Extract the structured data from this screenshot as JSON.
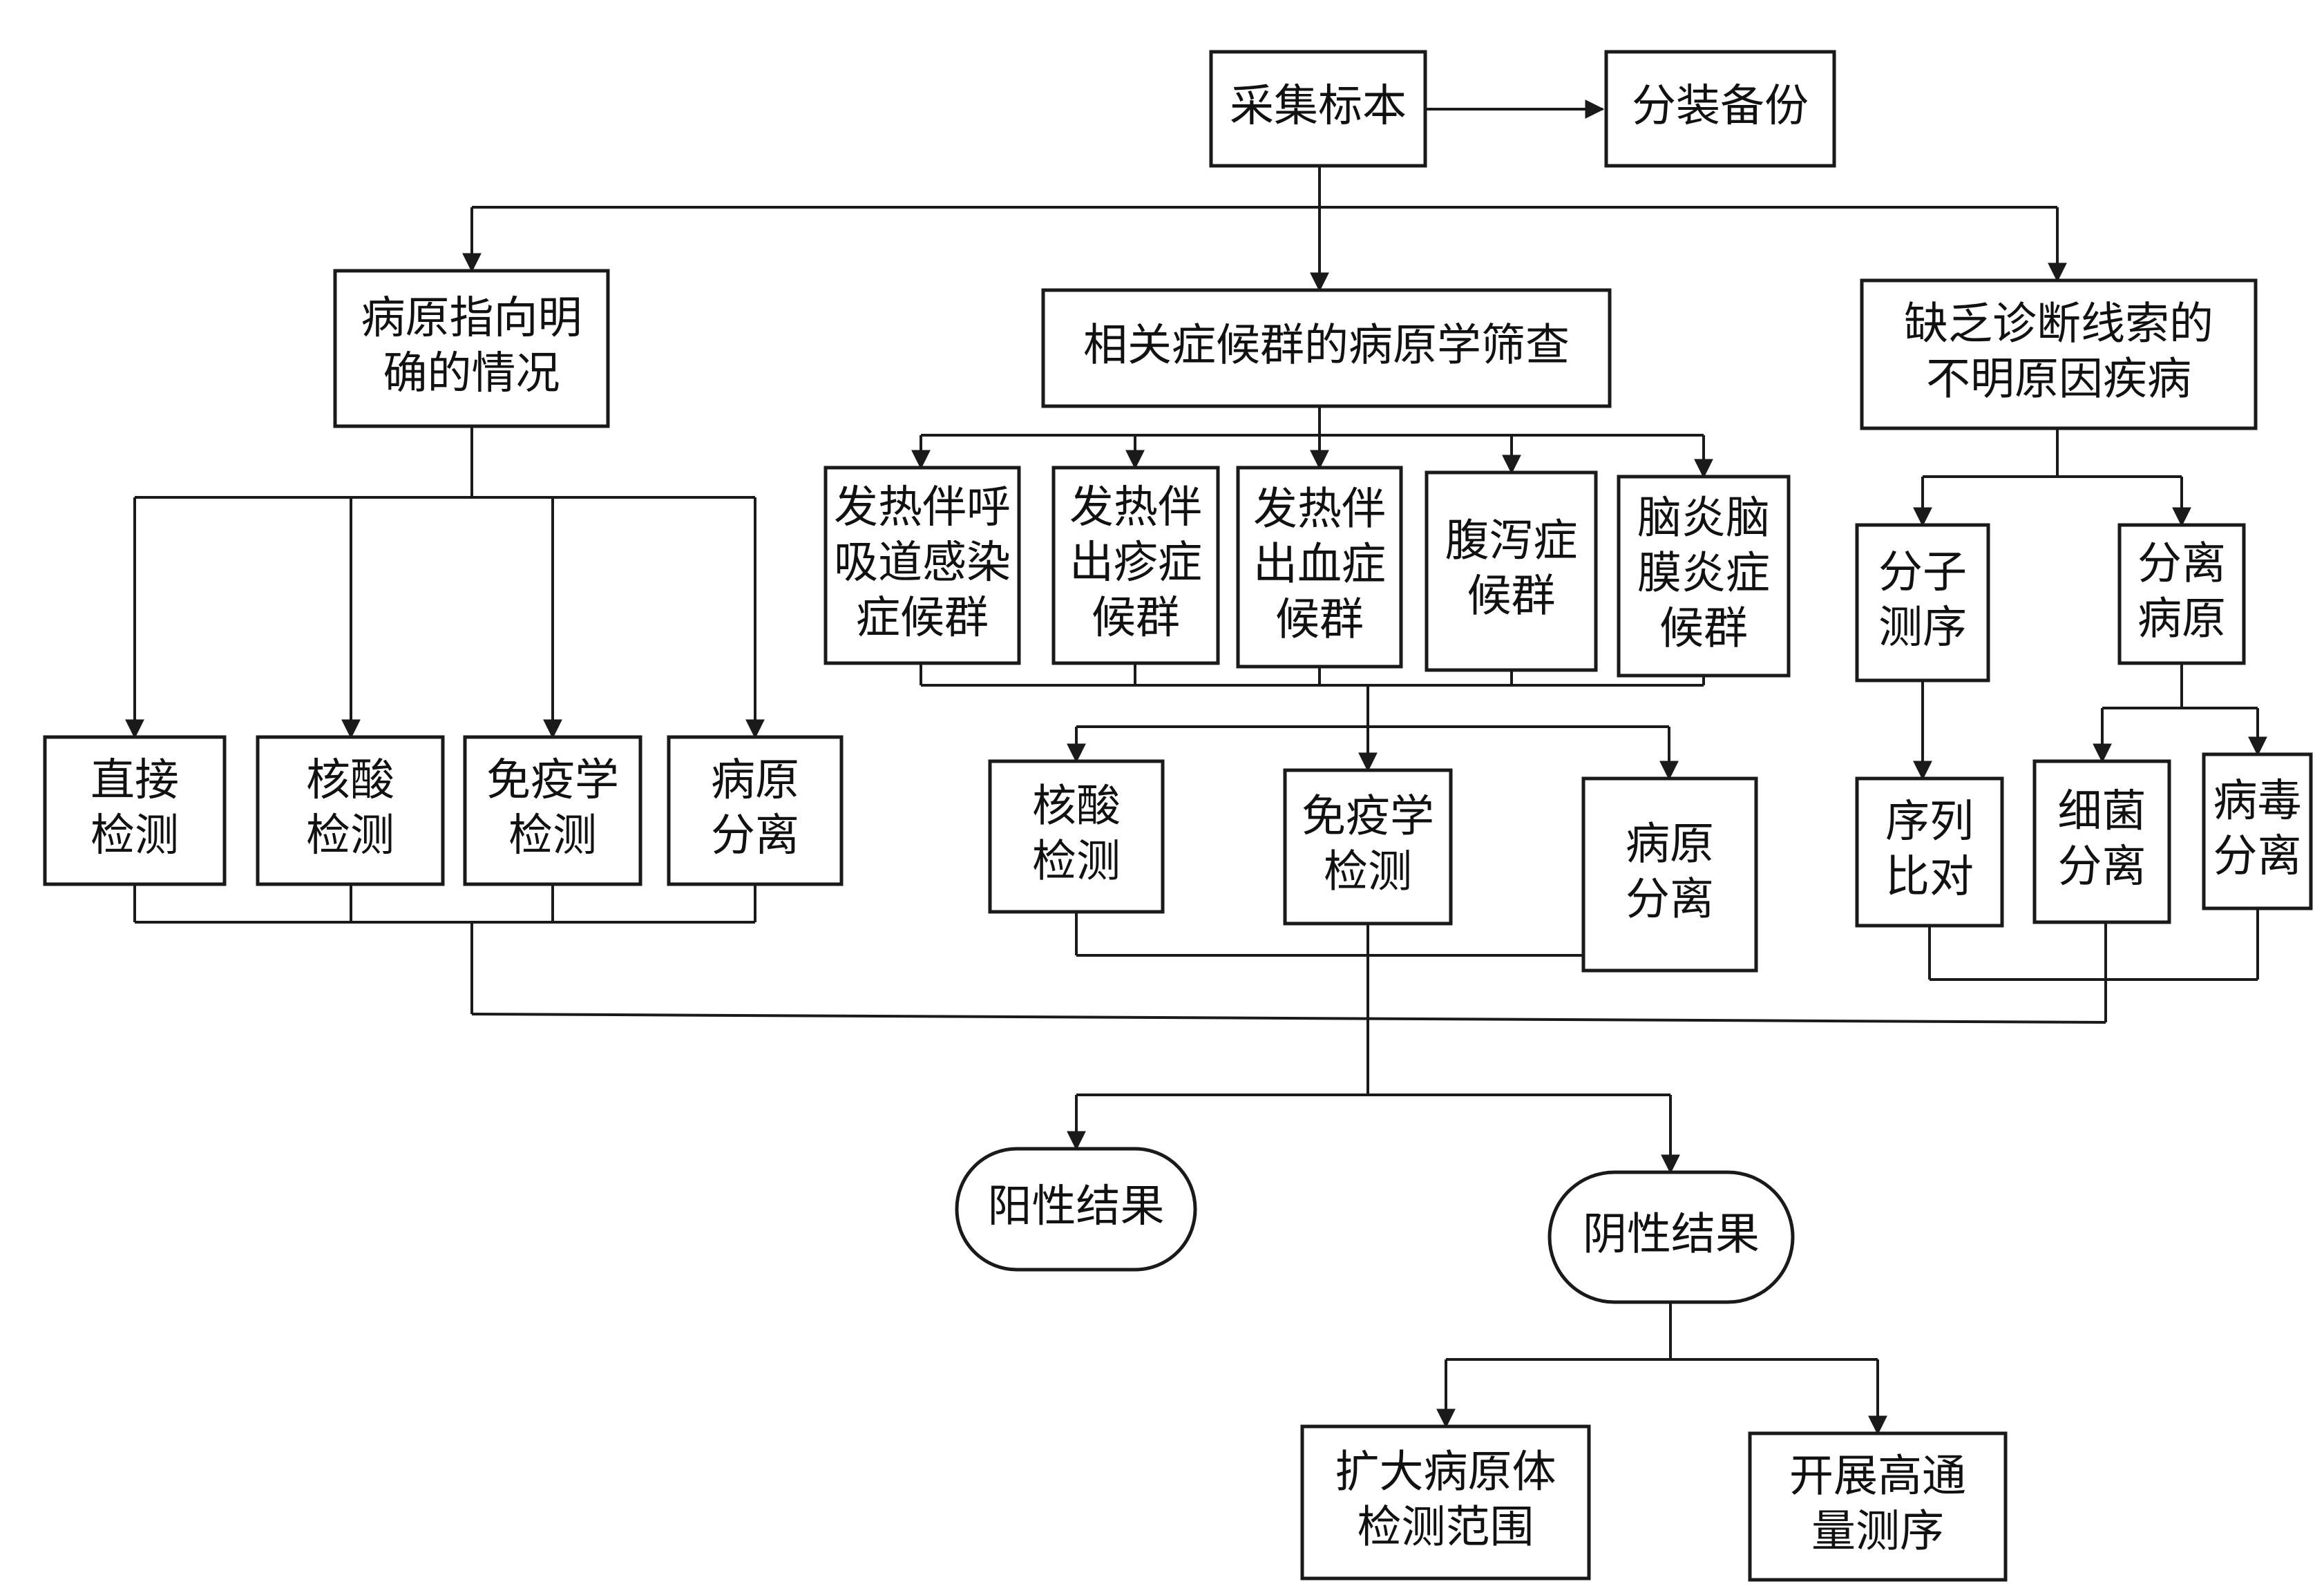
{
  "diagram": {
    "nodes": {
      "collect": [
        "采集标本"
      ],
      "backup": [
        "分装备份"
      ],
      "clear": [
        "病原指向明",
        "确的情况"
      ],
      "screen": [
        "相关症候群的病原学筛查"
      ],
      "unknown": [
        "缺乏诊断线索的",
        "不明原因疾病"
      ],
      "direct": [
        "直接",
        "检测"
      ],
      "nucleic_l": [
        "核酸",
        "检测"
      ],
      "immuno_l": [
        "免疫学",
        "检测"
      ],
      "isolate_l": [
        "病原",
        "分离"
      ],
      "fever_resp": [
        "发热伴呼",
        "吸道感染",
        "症候群"
      ],
      "fever_rash": [
        "发热伴",
        "出疹症",
        "候群"
      ],
      "fever_blood": [
        "发热伴",
        "出血症",
        "候群"
      ],
      "diarrhea": [
        "腹泻症",
        "候群"
      ],
      "encephalitis": [
        "脑炎脑",
        "膜炎症",
        "候群"
      ],
      "nucleic_m": [
        "核酸",
        "检测"
      ],
      "immuno_m": [
        "免疫学",
        "检测"
      ],
      "isolate_m": [
        "病原",
        "分离"
      ],
      "mol_seq": [
        "分子",
        "测序"
      ],
      "isolate_path": [
        "分离",
        "病原"
      ],
      "seq_compare": [
        "序列",
        "比对"
      ],
      "bacteria": [
        "细菌",
        "分离"
      ],
      "virus": [
        "病毒",
        "分离"
      ],
      "positive": [
        "阳性结果"
      ],
      "negative": [
        "阴性结果"
      ],
      "expand": [
        "扩大病原体",
        "检测范围"
      ],
      "hts": [
        "开展高通",
        "量测序"
      ]
    }
  }
}
